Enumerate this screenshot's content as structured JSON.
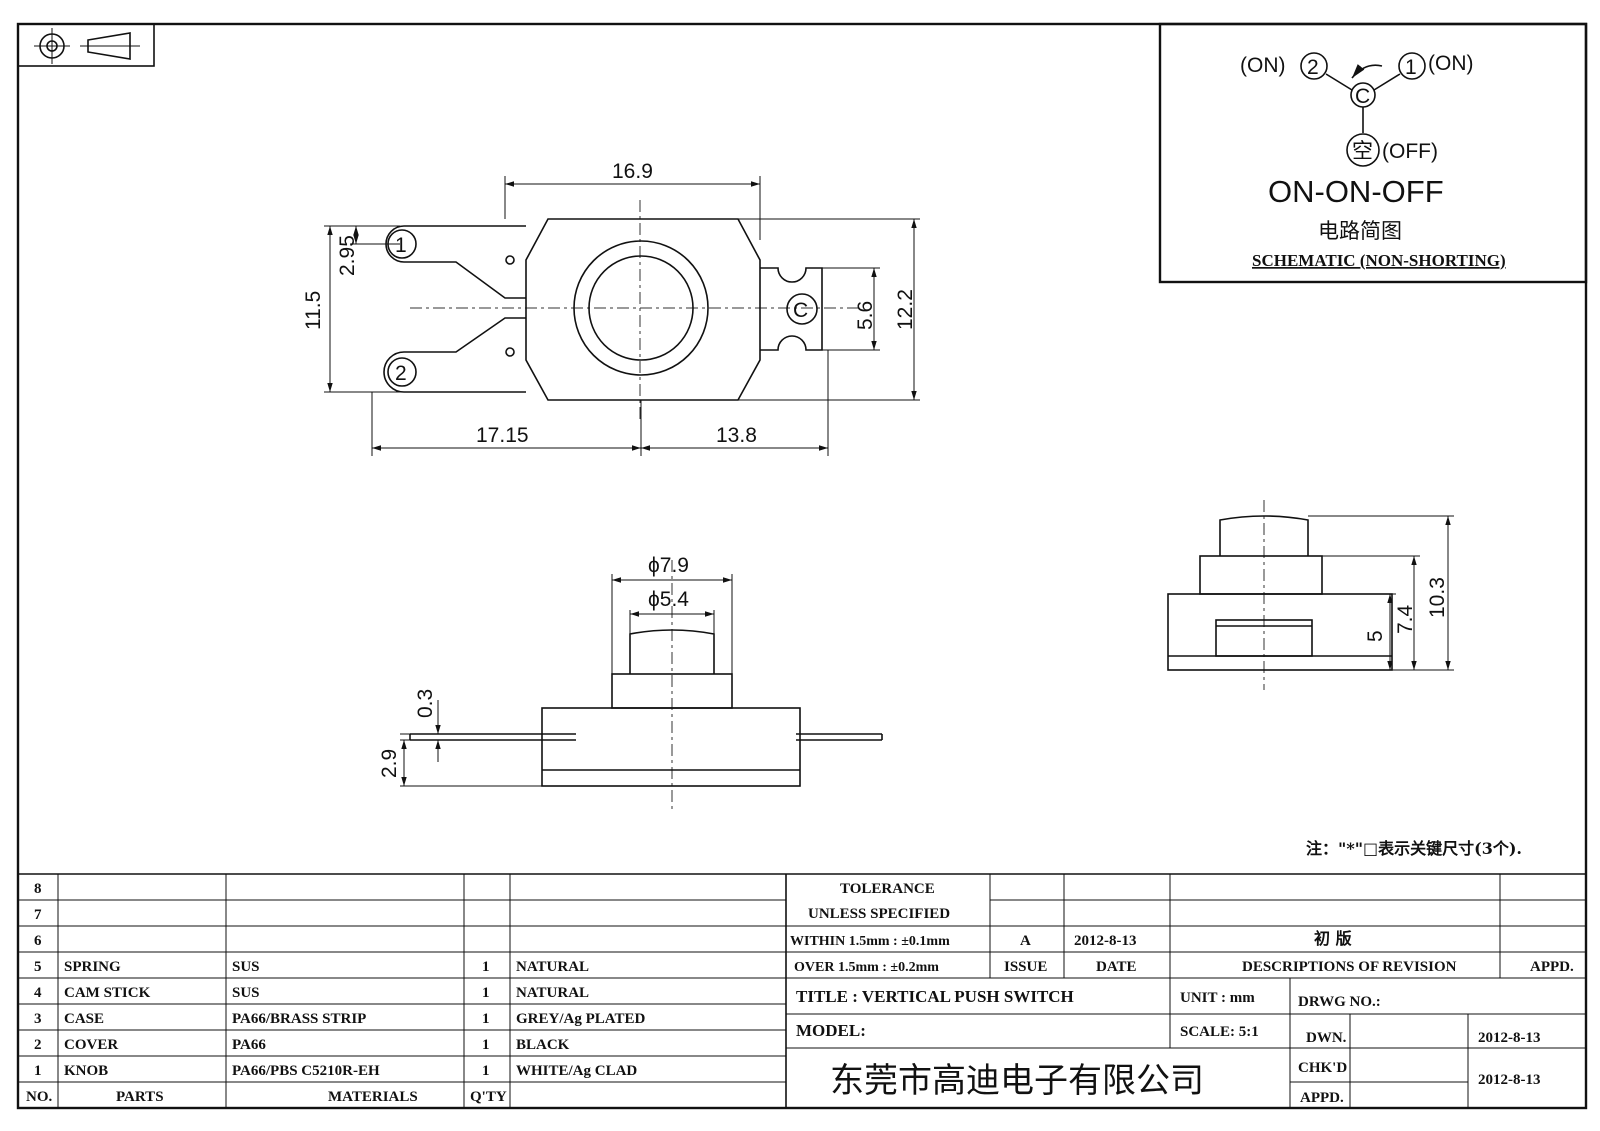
{
  "schematic": {
    "term2_label": "(ON)",
    "term2_num": "2",
    "term1_num": "1",
    "term1_label": "(ON)",
    "common": "C",
    "off_char": "空",
    "off_label": "(OFF)",
    "type": "ON-ON-OFF",
    "title_cn": "电路简图",
    "title_en": "SCHEMATIC (NON-SHORTING)"
  },
  "top_view": {
    "pin1": "1",
    "pin2": "2",
    "pinC": "C",
    "dims": {
      "width": "16.9",
      "pin_offset": "2.95",
      "pin_span": "11.5",
      "c_width": "5.6",
      "height": "12.2",
      "left_len": "17.15",
      "right_len": "13.8"
    }
  },
  "front_view": {
    "dims": {
      "outer_dia": "ϕ7.9",
      "inner_dia": "ϕ5.4",
      "pin_thk": "0.3",
      "pin_height": "2.9"
    }
  },
  "side_view": {
    "dims": {
      "base": "5",
      "mid": "7.4",
      "total": "10.3"
    }
  },
  "note": "注：\"*\"□表示关键尺寸(3个).",
  "parts_table": {
    "empty_rows": [
      "8",
      "7",
      "6"
    ],
    "rows": [
      {
        "no": "5",
        "part": "SPRING",
        "material": "SUS",
        "qty": "1",
        "finish": "NATURAL"
      },
      {
        "no": "4",
        "part": "CAM STICK",
        "material": "SUS",
        "qty": "1",
        "finish": "NATURAL"
      },
      {
        "no": "3",
        "part": "CASE",
        "material": "PA66/BRASS STRIP",
        "qty": "1",
        "finish": "GREY/Ag PLATED"
      },
      {
        "no": "2",
        "part": "COVER",
        "material": "PA66",
        "qty": "1",
        "finish": "BLACK"
      },
      {
        "no": "1",
        "part": "KNOB",
        "material": "PA66/PBS C5210R-EH",
        "qty": "1",
        "finish": "WHITE/Ag CLAD"
      }
    ],
    "header": {
      "no": "NO.",
      "part": "PARTS",
      "material": "MATERIALS",
      "qty": "Q'TY"
    }
  },
  "tolerance": {
    "line1": "TOLERANCE",
    "line2": "UNLESS  SPECIFIED",
    "line3": "WITHIN 1.5mm : ±0.1mm",
    "line4": "OVER 1.5mm : ±0.2mm"
  },
  "revision": {
    "issue": "A",
    "date": "2012-8-13",
    "description": "初  版",
    "h_issue": "ISSUE",
    "h_date": "DATE",
    "h_desc": "DESCRIPTIONS OF REVISION",
    "h_appd": "APPD."
  },
  "title_block": {
    "title": "TITLE :  VERTICAL PUSH SWITCH",
    "unit": "UNIT :  mm",
    "drwg_no": "DRWG NO.:",
    "model": "MODEL:",
    "scale": "SCALE:  5:1",
    "dwn": "DWN.",
    "dwn_date": "2012-8-13",
    "chkd": "CHK'D",
    "chkd_date": "2012-8-13",
    "appd": "APPD.",
    "company": "东莞市高迪电子有限公司"
  }
}
